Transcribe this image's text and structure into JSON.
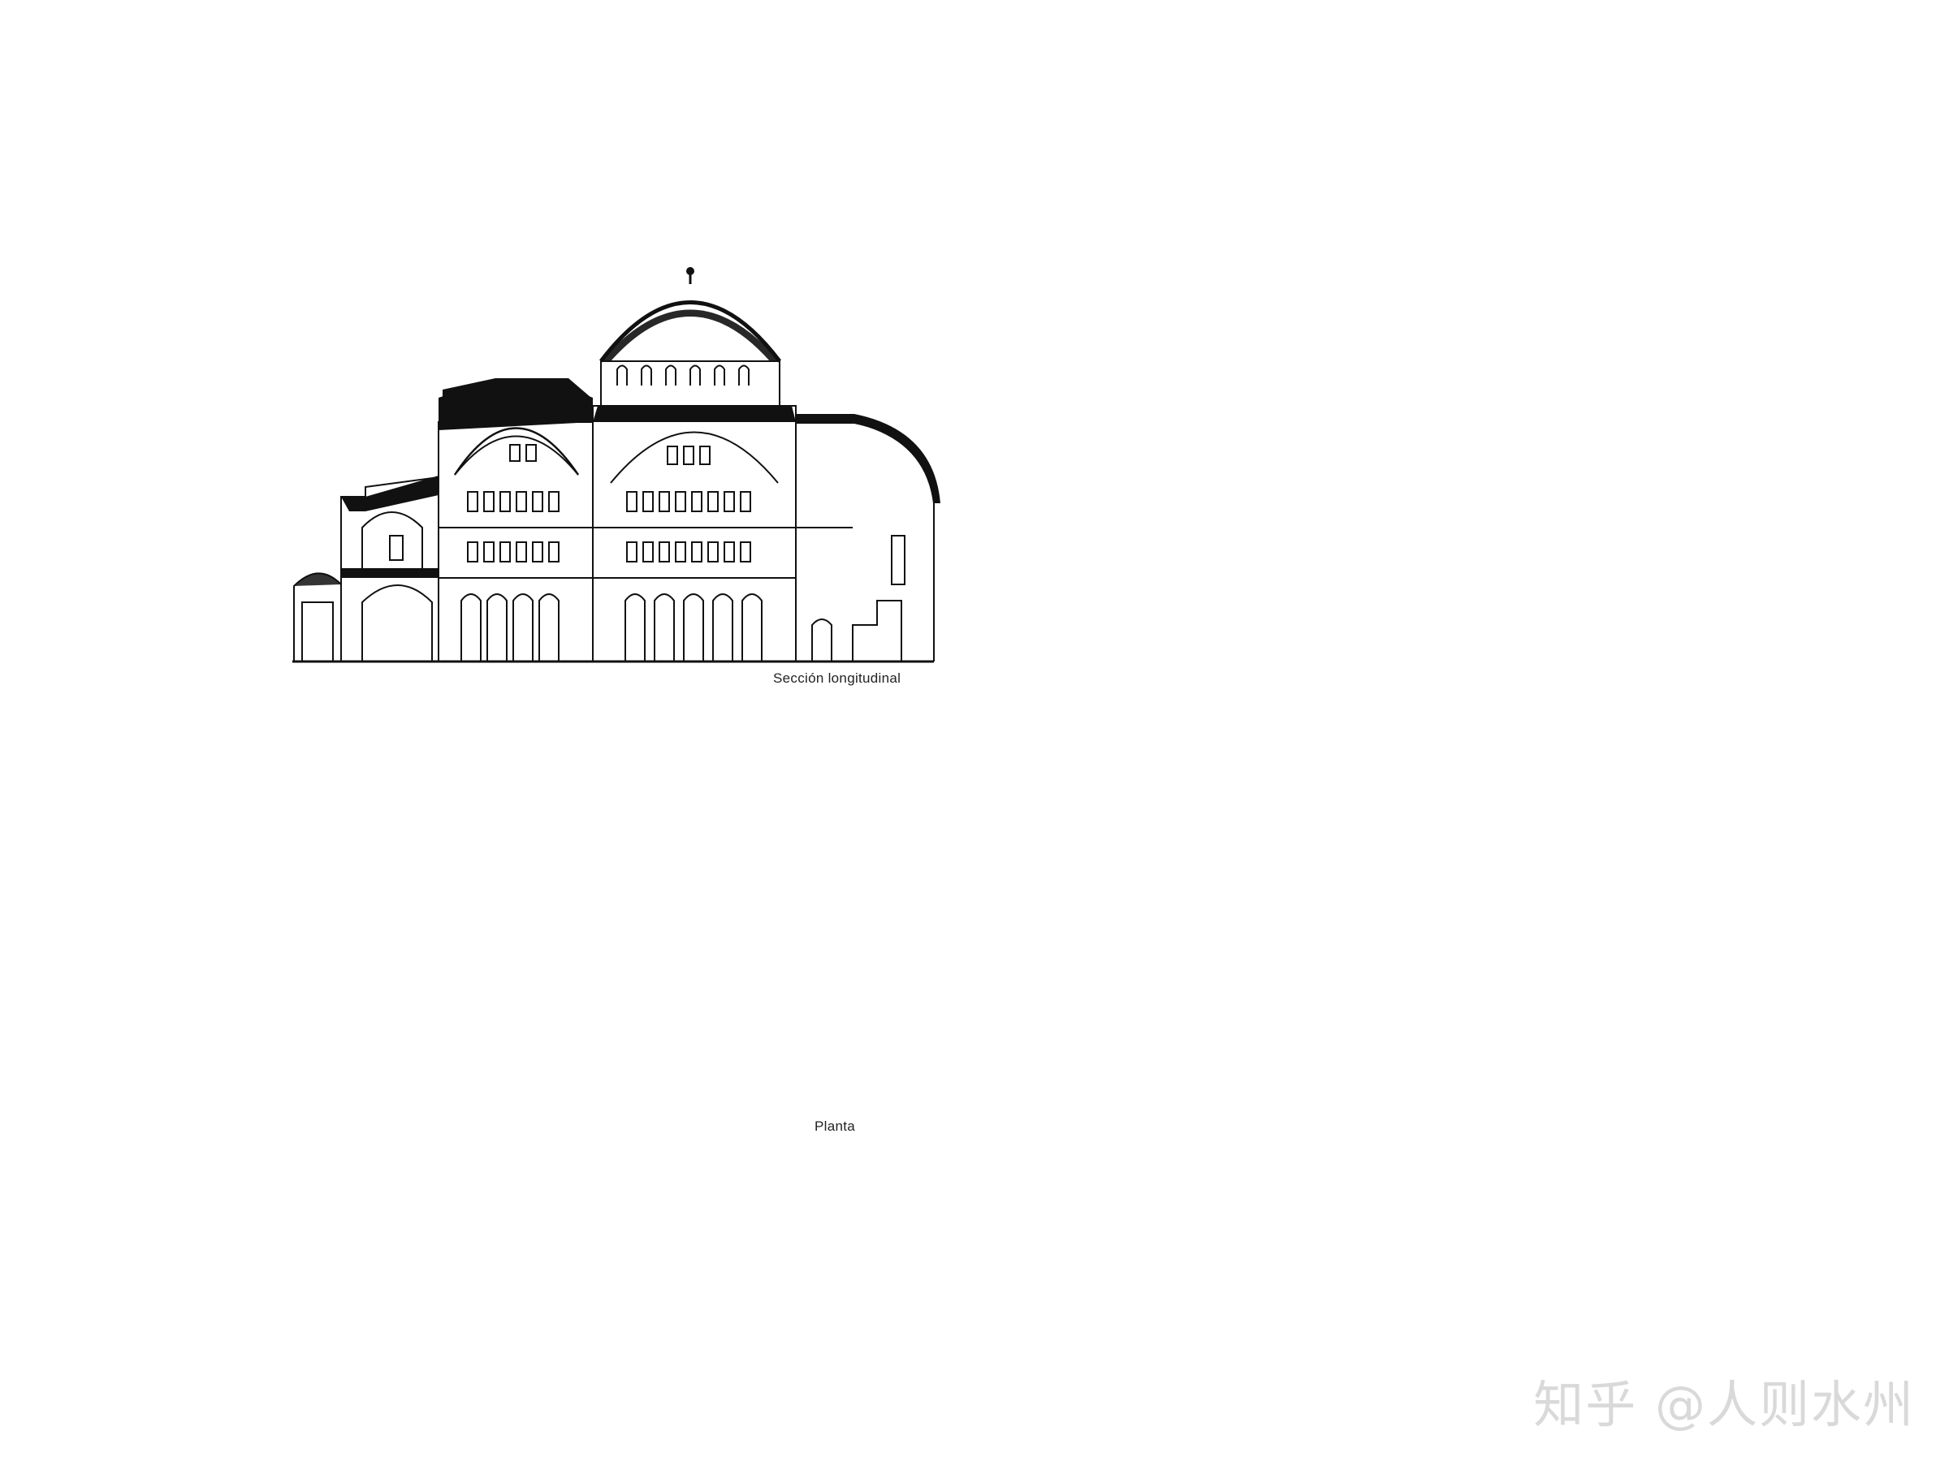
{
  "labels": {
    "section": "Sección longitudinal",
    "plan": "Planta"
  },
  "watermark": "知乎 @人则水州",
  "colors": {
    "ink": "#111111",
    "highlight": "#d7191c",
    "hatch": "#8a8a8a"
  }
}
